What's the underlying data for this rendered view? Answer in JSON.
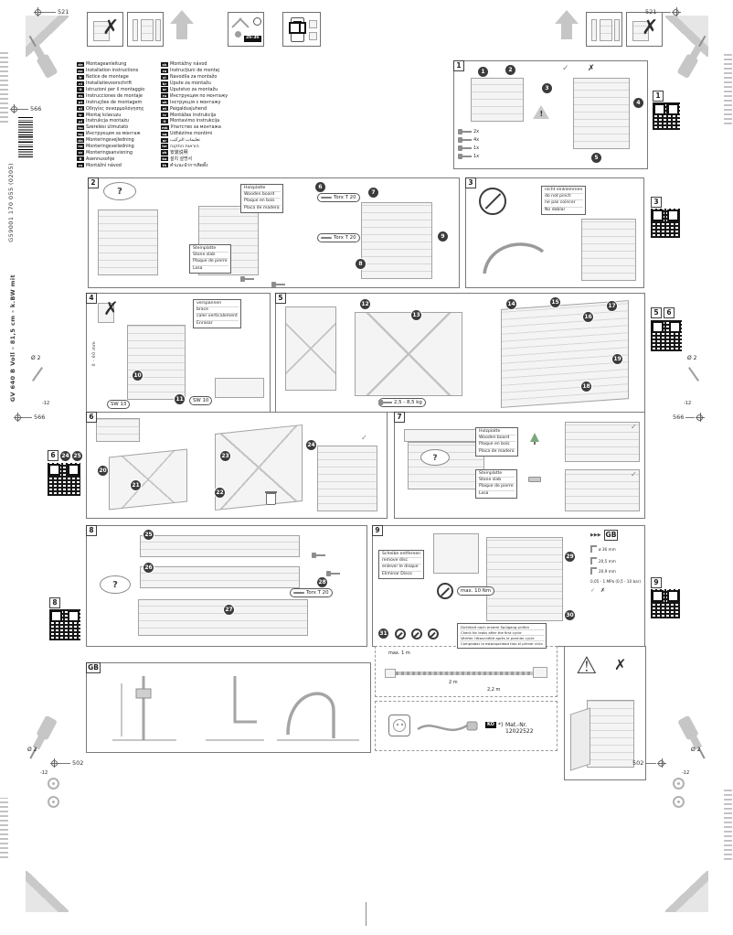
{
  "glyphs": {
    "check": "✓",
    "cross": "✗",
    "question": "?",
    "excl": "!",
    "arrows": "▶▶▶",
    "warn": "⚠"
  },
  "page": {
    "colors": {
      "tree_green": "#7aa87a",
      "ink": "#2a2a2a",
      "sketch_gray": "#a3a3a3"
    },
    "marks": {
      "top_left": "521",
      "top_right": "521",
      "left_upper": "566",
      "left_lower": "566",
      "right_lower": "566",
      "bottom_left": "502",
      "bottom_right": "502"
    },
    "vertical": {
      "doc_number": "G59001 170 055 (0205)",
      "model": "GV 640 B Voll - 81,5 cm - k.BW mit"
    },
    "drill": {
      "diameter": "Ø 2",
      "depth": "-12"
    }
  },
  "header": {
    "time": "2h-3h"
  },
  "languages": {
    "col1": [
      {
        "code": "de",
        "label": "Montageanleitung"
      },
      {
        "code": "en",
        "label": "Installation instructions"
      },
      {
        "code": "fr",
        "label": "Notice de montage"
      },
      {
        "code": "nl",
        "label": "Installatievoorschrift"
      },
      {
        "code": "it",
        "label": "Istruzioni per il montaggio"
      },
      {
        "code": "es",
        "label": "Instrucciones de montaje"
      },
      {
        "code": "pt",
        "label": "Instruções de montagem"
      },
      {
        "code": "el",
        "label": "Οδηγίες συναρμολόγησης"
      },
      {
        "code": "tr",
        "label": "Montaj kılavuzu"
      },
      {
        "code": "pl",
        "label": "Instrukcja montażu"
      },
      {
        "code": "hu",
        "label": "Szerelési útmutató"
      },
      {
        "code": "bg",
        "label": "Инструкция за монтаж"
      },
      {
        "code": "da",
        "label": "Monteringsvejledning"
      },
      {
        "code": "no",
        "label": "Monteringsveiledning"
      },
      {
        "code": "sv",
        "label": "Monteringsanvisning"
      },
      {
        "code": "fi",
        "label": "Asennusohje"
      },
      {
        "code": "cs",
        "label": "Montážní návod"
      }
    ],
    "col2": [
      {
        "code": "sk",
        "label": "Montážny návod"
      },
      {
        "code": "ro",
        "label": "Instrucţiuni de montaj"
      },
      {
        "code": "sl",
        "label": "Navodila za montažo"
      },
      {
        "code": "hr",
        "label": "Upute za montažu"
      },
      {
        "code": "sr",
        "label": "Uputstvo za montažu"
      },
      {
        "code": "ru",
        "label": "Инструкция по монтажу"
      },
      {
        "code": "uk",
        "label": "Інструкція з монтажу"
      },
      {
        "code": "et",
        "label": "Paigaldusjuhend"
      },
      {
        "code": "lv",
        "label": "Montāžas instrukcija"
      },
      {
        "code": "lt",
        "label": "Montavimo instrukcija"
      },
      {
        "code": "mk",
        "label": "Упатство за монтажа"
      },
      {
        "code": "sq",
        "label": "Udhëzime montimi"
      },
      {
        "code": "ar",
        "label": "تعليمات التركيب"
      },
      {
        "code": "he",
        "label": "הוראות התקנה"
      },
      {
        "code": "zh",
        "label": "安装说明"
      },
      {
        "code": "ko",
        "label": "설치 설명서"
      },
      {
        "code": "th",
        "label": "คำแนะนำการติดตั้ง"
      }
    ]
  },
  "steps": {
    "s1": {
      "num": "1",
      "circles": [
        "1",
        "2",
        "3",
        "4",
        "5"
      ],
      "parts": [
        "2x",
        "4x",
        "1x",
        "1x"
      ]
    },
    "s2": {
      "num": "2",
      "circles": [
        "6",
        "7",
        "8",
        "9"
      ],
      "torx": "Torx T 20",
      "wood": [
        "Holzplatte",
        "Wooden board",
        "Plaque en bois",
        "Placa de madera"
      ],
      "stone": [
        "Steinplatte",
        "Stone slab",
        "Plaque de pierre",
        "Losa"
      ]
    },
    "s3": {
      "num": "3",
      "warn": [
        "nicht einklemmen",
        "do not pinch",
        "ne pas coincer",
        "No doblar"
      ]
    },
    "s4": {
      "num": "4",
      "circles": [
        "10",
        "11"
      ],
      "labels": [
        "verspannen",
        "brace",
        "caler verticalement",
        "Enrasar"
      ],
      "wrench_large": "SW 13",
      "wrench_small": "SW 10",
      "range": "0 - 60 mm"
    },
    "s5": {
      "num": "5",
      "circles": [
        "12",
        "13",
        "14",
        "15",
        "16",
        "17",
        "18",
        "19"
      ],
      "weight": "2,5 - 8,5 kg"
    },
    "s6": {
      "num": "6",
      "circles": [
        "20",
        "21",
        "22",
        "23",
        "24"
      ]
    },
    "s7": {
      "num": "7",
      "wood": [
        "Holzplatte",
        "Wooden board",
        "Plaque en bois",
        "Placa de madera"
      ],
      "stone": [
        "Steinplatte",
        "Stone slab",
        "Plaque de pierre",
        "Losa"
      ]
    },
    "s8": {
      "num": "8",
      "circles": [
        "25",
        "26",
        "27",
        "28"
      ],
      "torx": "Torx T 20"
    },
    "s9": {
      "num": "9",
      "circles": [
        "29",
        "30",
        "31"
      ],
      "remove": [
        "Scheibe entfernen",
        "remove disc",
        "enlever le disque",
        "Eliminar Disco"
      ],
      "torque": "max. 10 Nm",
      "goto": "GB",
      "dims": [
        "ø 36 mm",
        "20,5 mm",
        "20,9 mm",
        "0,05 - 1 MPa (0,5 - 10 bar)"
      ],
      "leak": [
        "Dichtheit nach erstem Spülgang prüfen",
        "Check for leaks after the first cycle",
        "Vérifier l'étanchéité après le premier cycle",
        "Comprobar la estanqueidad tras el primer ciclo"
      ]
    },
    "gb": {
      "num": "GB"
    }
  },
  "bottom": {
    "hose": {
      "max": "max. 1 m",
      "len1": "2 m",
      "len2": "2,2 m"
    },
    "power": {
      "chip": "KO",
      "note": "*)",
      "part": "Mat.-Nr. 12022522"
    }
  },
  "qr_badges": {
    "r1": "1",
    "r3": "3",
    "r5": "5",
    "r6": "6",
    "r9": "9",
    "l6": "6",
    "l6a": "24",
    "l6b": "25",
    "l8": "8"
  }
}
